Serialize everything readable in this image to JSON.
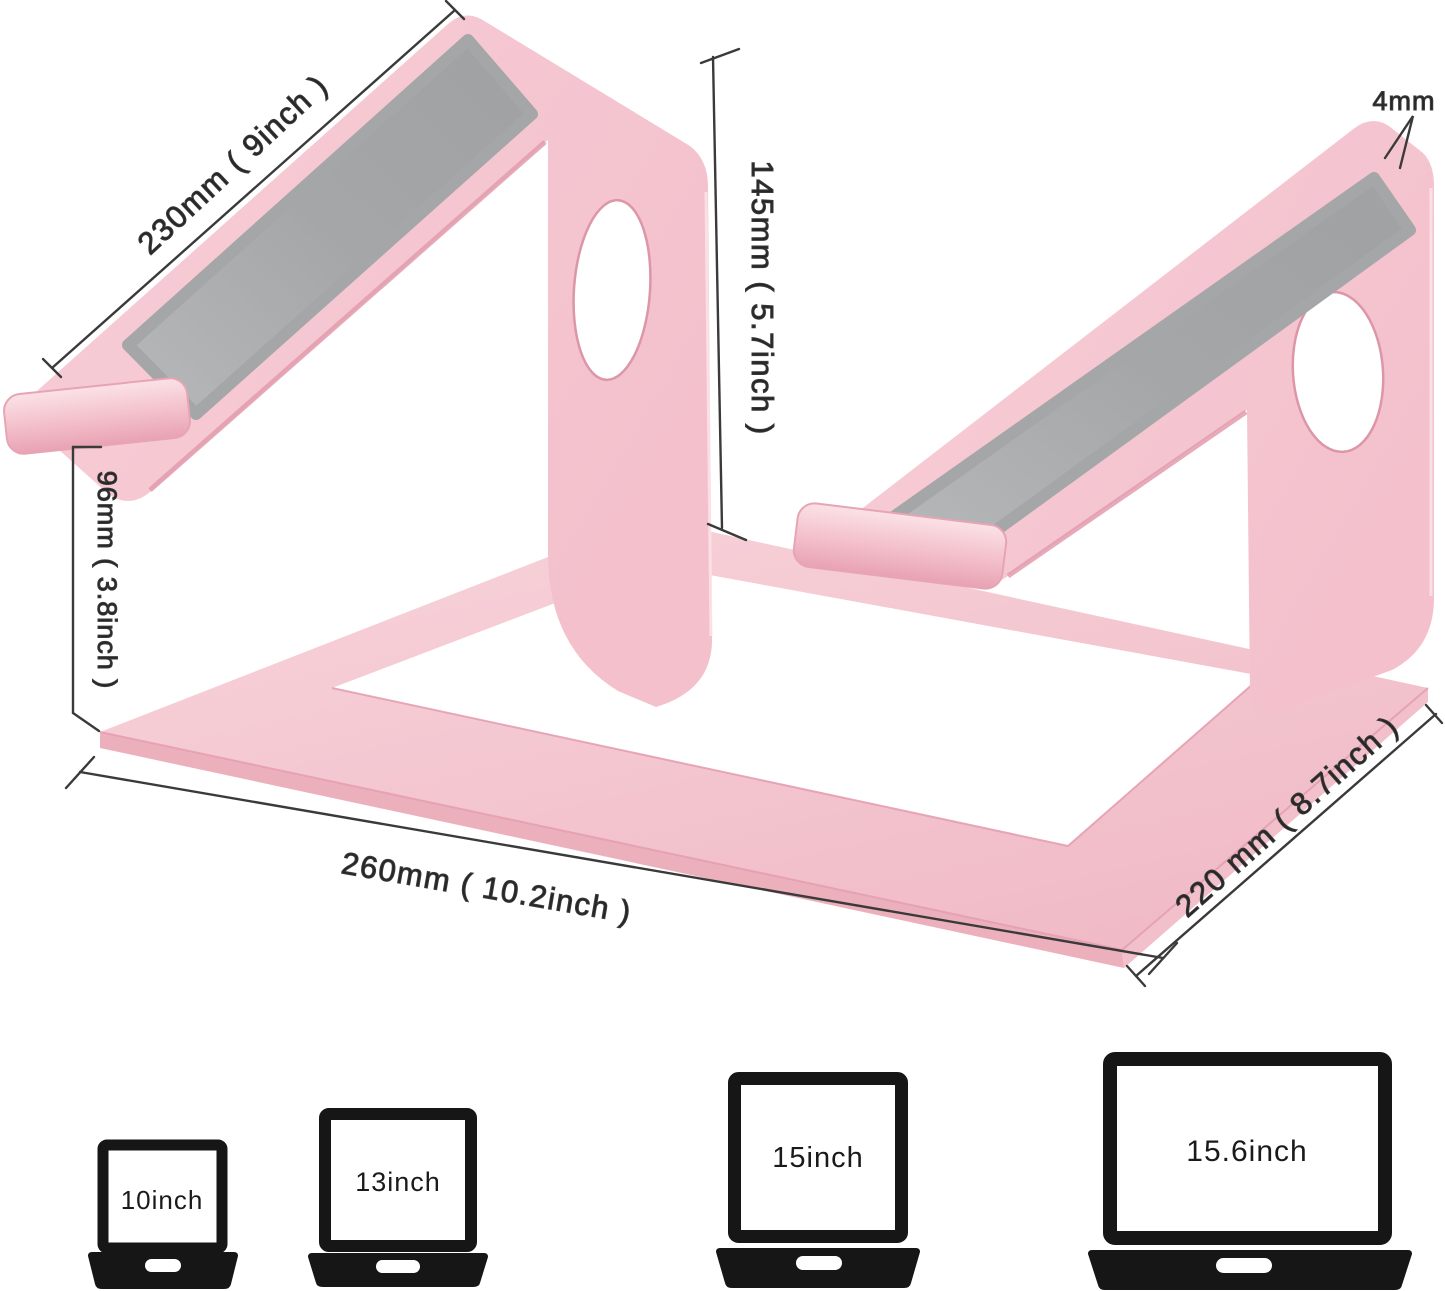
{
  "diagram": {
    "title": "laptop-stand-dimensions",
    "dimensions": {
      "platform_length": "230mm ( 9inch )",
      "stand_height": "145mm ( 5.7inch )",
      "plate_thickness": "4mm",
      "front_lip_clearance": "96mm ( 3.8inch )",
      "base_length": "260mm ( 10.2inch )",
      "base_depth": "220 mm ( 8.7inch )"
    },
    "colors": {
      "rose_gold_light": "#F9DCE2",
      "rose_gold": "#F2BFC9",
      "rose_gold_dark": "#E49FB1",
      "pad_grey": "#A7A9AB",
      "dimension_line": "#3A3A3A",
      "icon_black": "#161616"
    }
  },
  "compatibility": {
    "items": [
      {
        "label": "10inch"
      },
      {
        "label": "13inch"
      },
      {
        "label": "15inch"
      },
      {
        "label": "15.6inch"
      }
    ]
  }
}
